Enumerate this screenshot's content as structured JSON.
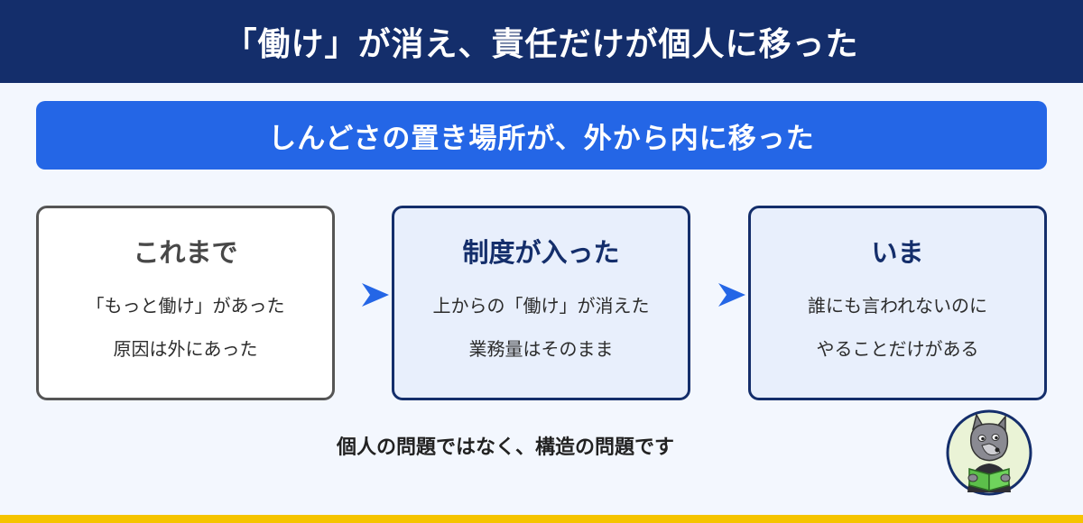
{
  "header": {
    "title": "「働け」が消え、責任だけが個人に移った"
  },
  "banner": {
    "text": "しんどさの置き場所が、外から内に移った"
  },
  "cards": [
    {
      "title": "これまで",
      "lines": [
        "「もっと働け」があった",
        "原因は外にあった"
      ]
    },
    {
      "title": "制度が入った",
      "lines": [
        "上からの「働け」が消えた",
        "業務量はそのまま"
      ]
    },
    {
      "title": "いま",
      "lines": [
        "誰にも言われないのに",
        "やることだけがある"
      ]
    }
  ],
  "conclusion": "個人の問題ではなく、構造の問題です",
  "colors": {
    "header_bg": "#142e6b",
    "banner_bg": "#2466e6",
    "arrow": "#2466e6",
    "page_bg": "#f3f7fe",
    "footer_bar": "#f5c400"
  },
  "icons": {
    "arrow": "right-arrowhead-icon",
    "mascot": "wolf-reading-book-mascot"
  }
}
